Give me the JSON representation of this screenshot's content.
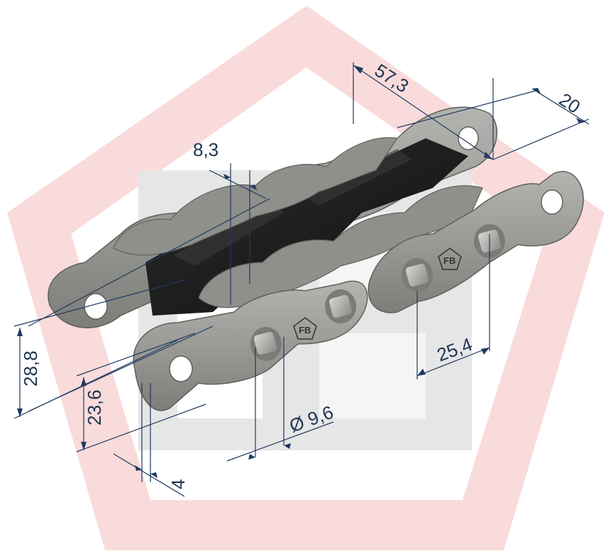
{
  "figure": {
    "dimensions": {
      "pitch": "25,4",
      "pin_diameter": "Ø 9,6",
      "plate_height_outer": "28,8",
      "plate_height_inner": "23,6",
      "plate_thickness": "4",
      "attachment_width": "8,3",
      "overall_length": "57,3",
      "width": "20"
    },
    "plate_logo": "FB",
    "colors": {
      "watermark": "#f2c4c4",
      "watermark_inner": "#e3e3e3",
      "plate": "#9a9a96",
      "plate_dark": "#6e6e6a",
      "rubber": "#1c1c1c",
      "dimension_line": "#1f3a60"
    }
  }
}
